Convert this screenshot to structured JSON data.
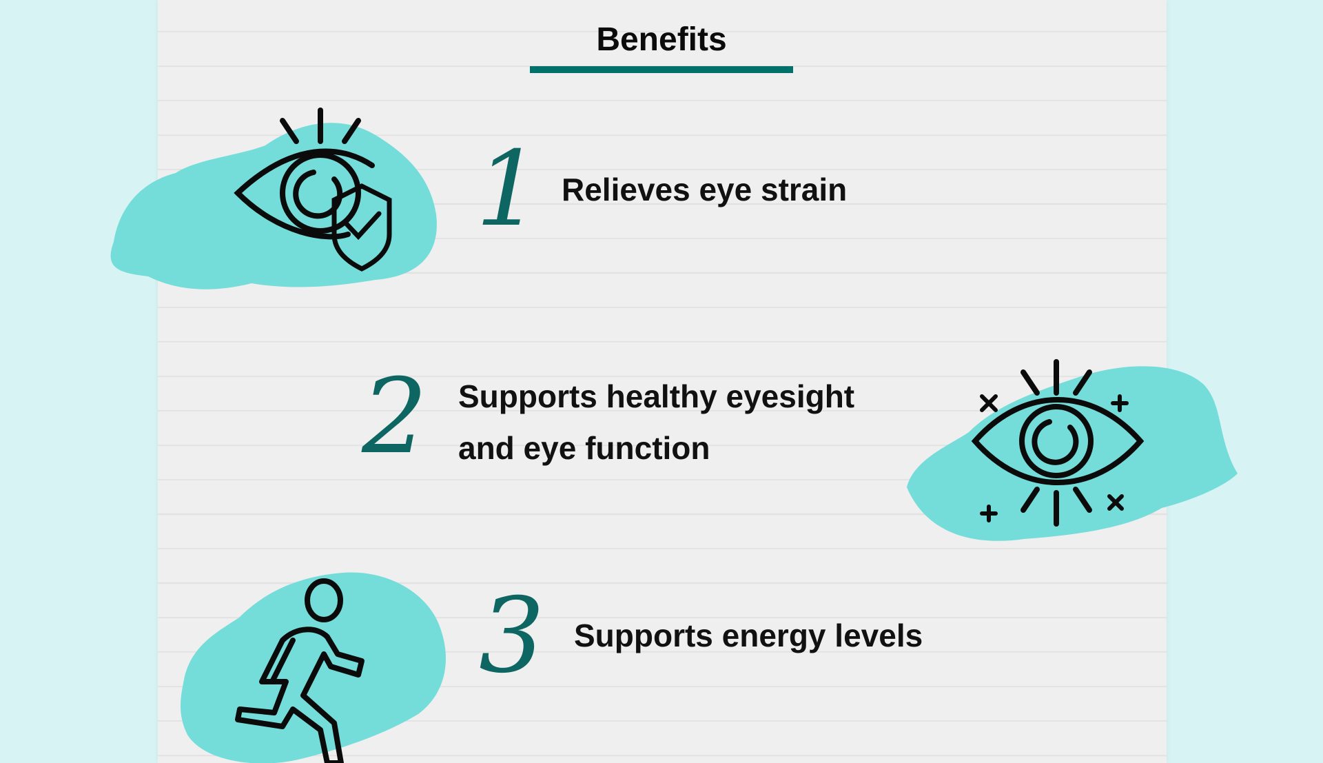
{
  "title": "Benefits",
  "colors": {
    "background": "#d8f3f4",
    "paper": "#efefef",
    "accent": "#00706a",
    "blob": "#74dcd9",
    "number": "#0e6662"
  },
  "items": [
    {
      "number": "1",
      "lines": [
        "Relieves eye strain"
      ],
      "icon": "eye-shield-check-icon"
    },
    {
      "number": "2",
      "lines": [
        "Supports healthy eyesight",
        "and eye function"
      ],
      "icon": "sparkling-eye-icon"
    },
    {
      "number": "3",
      "lines": [
        "Supports energy levels"
      ],
      "icon": "running-person-icon"
    }
  ]
}
